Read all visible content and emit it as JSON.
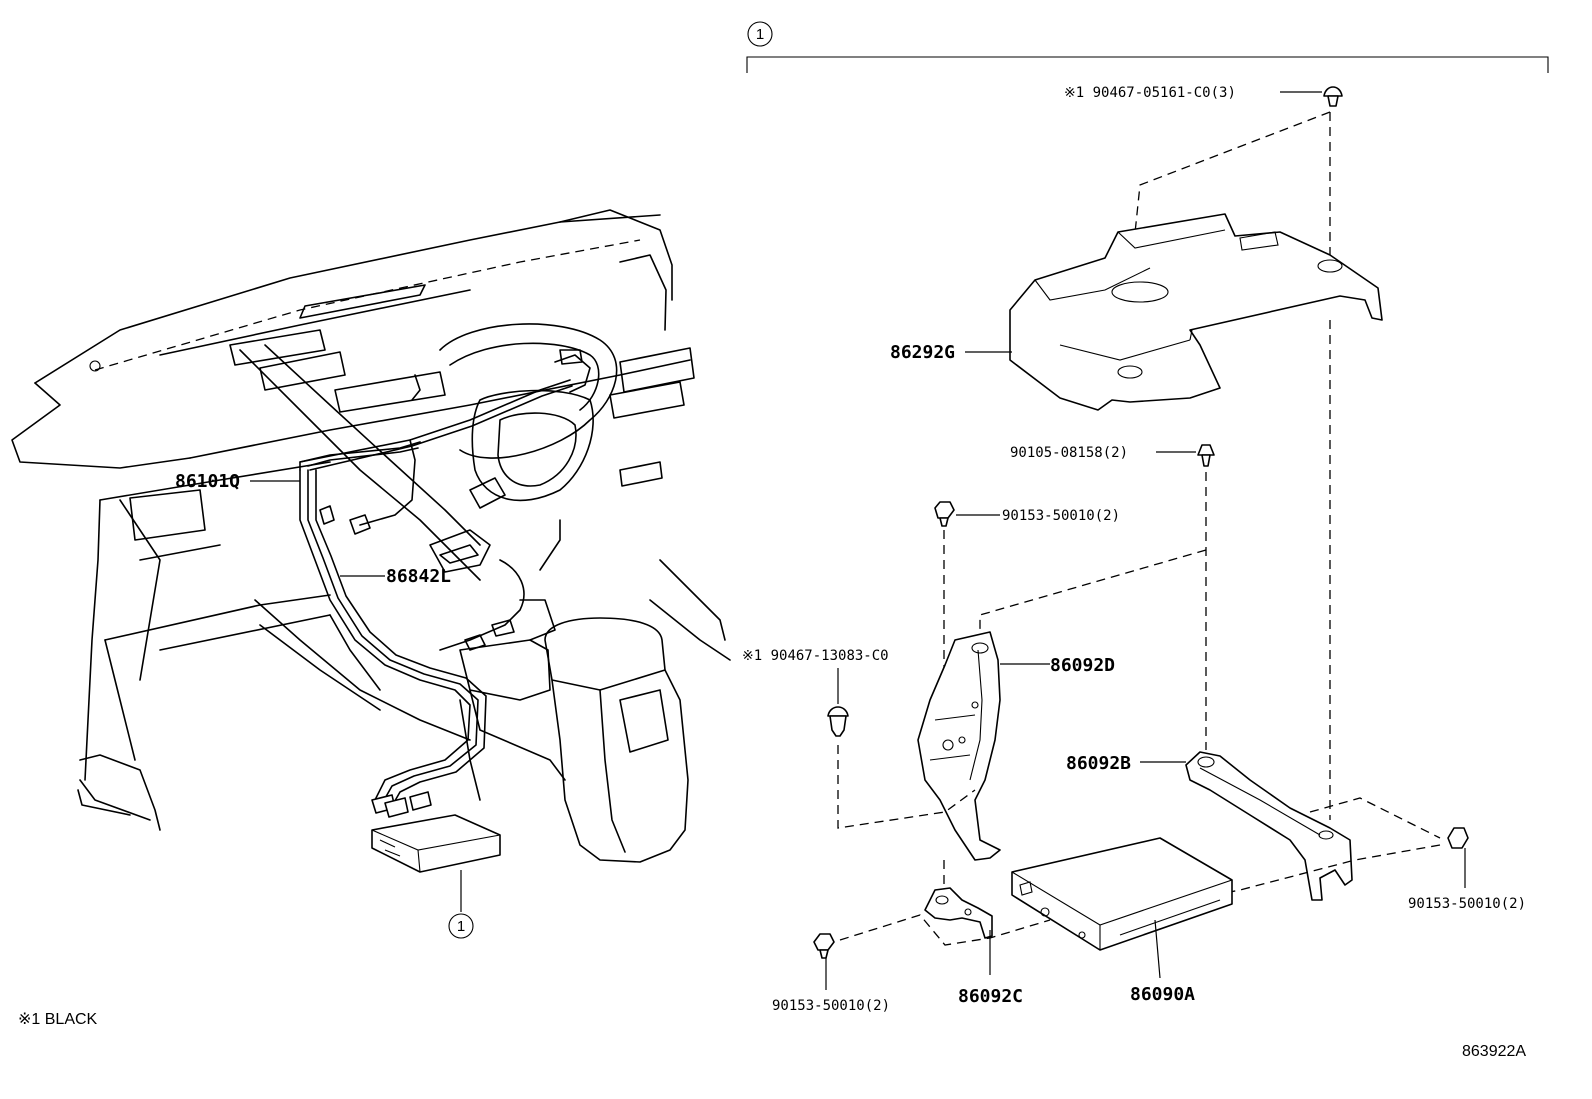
{
  "diagram": {
    "group_callout": "1",
    "footnote": "※1 BLACK",
    "figure_code": "863922A",
    "labels": {
      "p86292G": "86292G",
      "p86101Q": "86101Q",
      "p86842L": "86842L",
      "p86092D": "86092D",
      "p86092B": "86092B",
      "p86092C": "86092C",
      "p86090A": "86090A",
      "clip_top": "※1 90467-05161-C0(3)",
      "bolt_90105": "90105-08158(2)",
      "screw_upper": "90153-50010(2)",
      "clip_left": "※1 90467-13083-C0",
      "screw_right": "90153-50010(2)",
      "screw_bottom": "90153-50010(2)"
    }
  }
}
